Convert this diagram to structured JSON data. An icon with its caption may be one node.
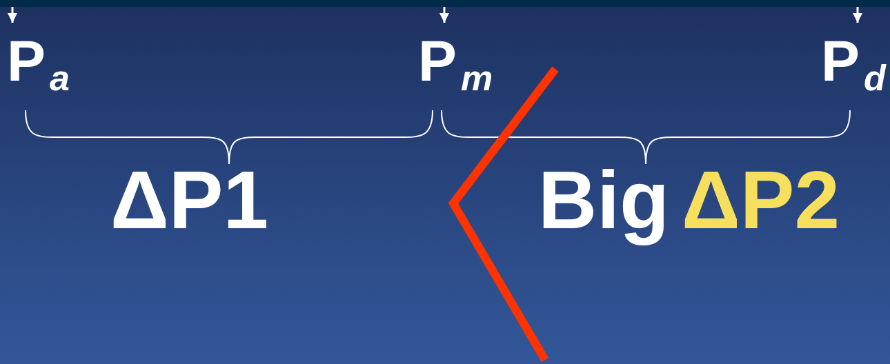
{
  "diagram": {
    "nodes": [
      {
        "text": [
          "P$_{a}$"
        ]
      },
      {
        "text": [
          "P$_{m}$"
        ]
      },
      {
        "text": [
          "P$_{d}$"
        ]
      }
    ],
    "edges": [
      {
        "from": null,
        "to": 0,
        "arrow": "to"
      },
      {
        "from": null,
        "to": 1,
        "arrow": "to"
      },
      {
        "from": null,
        "to": 2,
        "arrow": "to"
      }
    ],
    "labels": [
      "ΔP1",
      "Big",
      "ΔP2"
    ]
  }
}
